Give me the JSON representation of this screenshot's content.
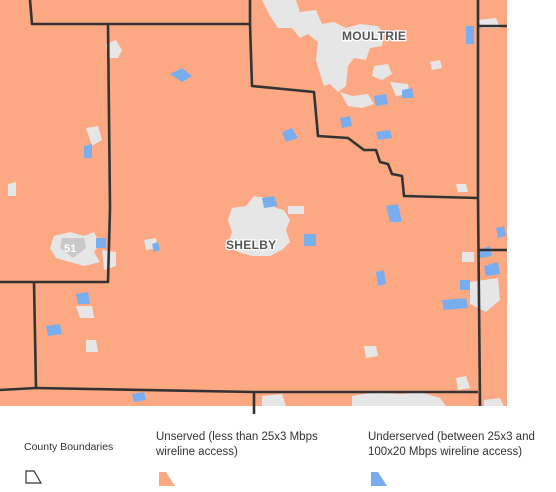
{
  "map": {
    "county_labels": [
      "MOULTRIE",
      "SHELBY"
    ],
    "route_shield": "51",
    "colors": {
      "unserved": "#fca882",
      "underserved": "#78aef0",
      "served": "#e6e6e6",
      "boundary": "#333333"
    }
  },
  "legend": {
    "county_boundaries": "County Boundaries",
    "unserved": "Unserved (less than 25x3 Mbps wireline access)",
    "underserved": "Underserved (between 25x3 and 100x20 Mbps wireline access)"
  }
}
